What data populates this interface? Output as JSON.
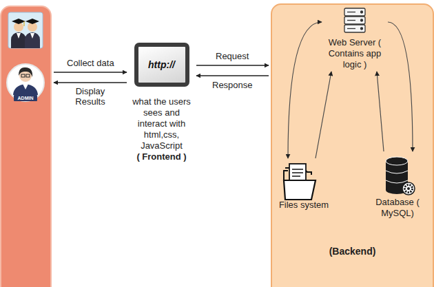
{
  "diagram": {
    "nodes": [
      {
        "text": [
          "ADMIN"
        ]
      },
      {
        "text": [
          "http://",
          "what the users sees and interact with html,css, JavaScript",
          "( Frontend )"
        ]
      },
      {
        "text": [
          "(Backend)"
        ]
      },
      {
        "text": [
          "Web Server ( Contains app logic )"
        ],
        "in": 2
      },
      {
        "text": [
          "Files system"
        ],
        "in": 2
      },
      {
        "text": [
          "Database ( MySQL)"
        ],
        "in": 2
      }
    ],
    "edges": [
      {
        "from": 0,
        "to": 1,
        "label": "Collect data",
        "arrow": "to"
      },
      {
        "from": 1,
        "to": 0,
        "label": "Display Results",
        "arrow": "to"
      },
      {
        "from": 1,
        "to": 2,
        "label": "Request",
        "arrow": "to"
      },
      {
        "from": 2,
        "to": 1,
        "label": "Response",
        "arrow": "to"
      },
      {
        "from": 3,
        "to": 4,
        "arrow": "both"
      },
      {
        "from": 4,
        "to": 3,
        "arrow": "to"
      },
      {
        "from": 3,
        "to": 5,
        "arrow": "to"
      },
      {
        "from": 5,
        "to": 3,
        "arrow": "to"
      }
    ]
  }
}
